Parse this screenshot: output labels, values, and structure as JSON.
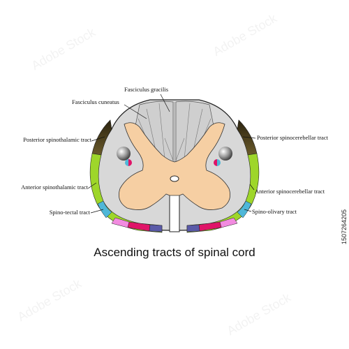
{
  "diagram": {
    "caption": "Ascending tracts of spinal cord",
    "labels": {
      "fasciculus_gracilis": "Fasciculus gracilis",
      "fasciculus_cuneatus": "Fasciculus cuneatus",
      "posterior_spinothalamic": "Posterior spinothalamic tract",
      "anterior_spinothalamic": "Anterior spinothalamic tract",
      "spino_tectal": "Spino-tectal tract",
      "posterior_spinocerebellar": "Posterior spinocerebellar tract",
      "anterior_spinocerebellar": "Anterior spinocerebellar tract",
      "spino_olivary": "Spino-olivary tract"
    },
    "colors": {
      "white_matter": "#d8d8d8",
      "dorsal_columns": "#c9c9c9",
      "gray_matter": "#f6cfa3",
      "posterior_spinocerebellar": "#3d2f12",
      "anterior_spinocerebellar": "#9ed62a",
      "spino_olivary": "#f28be0",
      "spino_tectal": "#4fb7d8",
      "anterior_spinothalamic": "#e01468",
      "lateral_spinothalamic": "#5a5aa8"
    }
  },
  "stock_id": "1507264205",
  "watermark": "Adobe Stock"
}
